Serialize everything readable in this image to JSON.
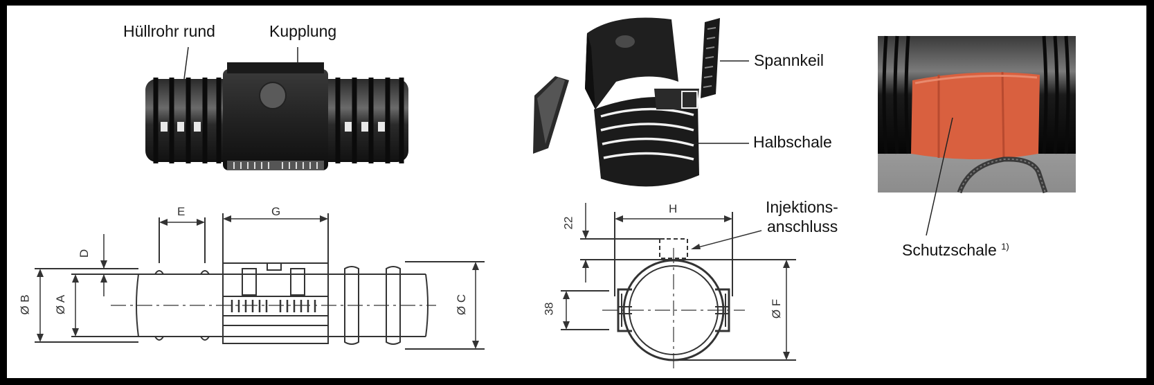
{
  "labels": {
    "huellrohr": "Hüllrohr rund",
    "kupplung": "Kupplung",
    "spannkeil": "Spannkeil",
    "halbschale": "Halbschale",
    "injektion_line1": "Injektions-",
    "injektion_line2": "anschluss",
    "schutzschale": "Schutzschale",
    "schutzschale_note": "1)"
  },
  "dimensions": {
    "E": "E",
    "G": "G",
    "D": "D",
    "B": "Ø B",
    "A": "Ø A",
    "C": "Ø C",
    "H": "H",
    "d22": "22",
    "d38": "38",
    "F": "Ø F"
  },
  "colors": {
    "background": "#000000",
    "panel": "#ffffff",
    "part_dark": "#1c1c1c",
    "shell_orange": "#d9603f"
  }
}
